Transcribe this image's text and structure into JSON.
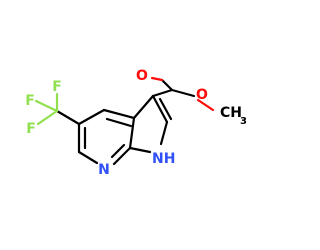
{
  "colors": {
    "carbon": "#000000",
    "oxygen": "#ff0d0d",
    "nitrogen": "#3050f8",
    "fluorine": "#90e050"
  },
  "atoms": {
    "o_carbonyl": "O",
    "o_ester": "O",
    "methyl": "CH",
    "methyl_sub": "3",
    "f1": "F",
    "f2": "F",
    "f3": "F",
    "n_pyridine": "N",
    "nh": "NH",
    "nh_h": "H"
  }
}
